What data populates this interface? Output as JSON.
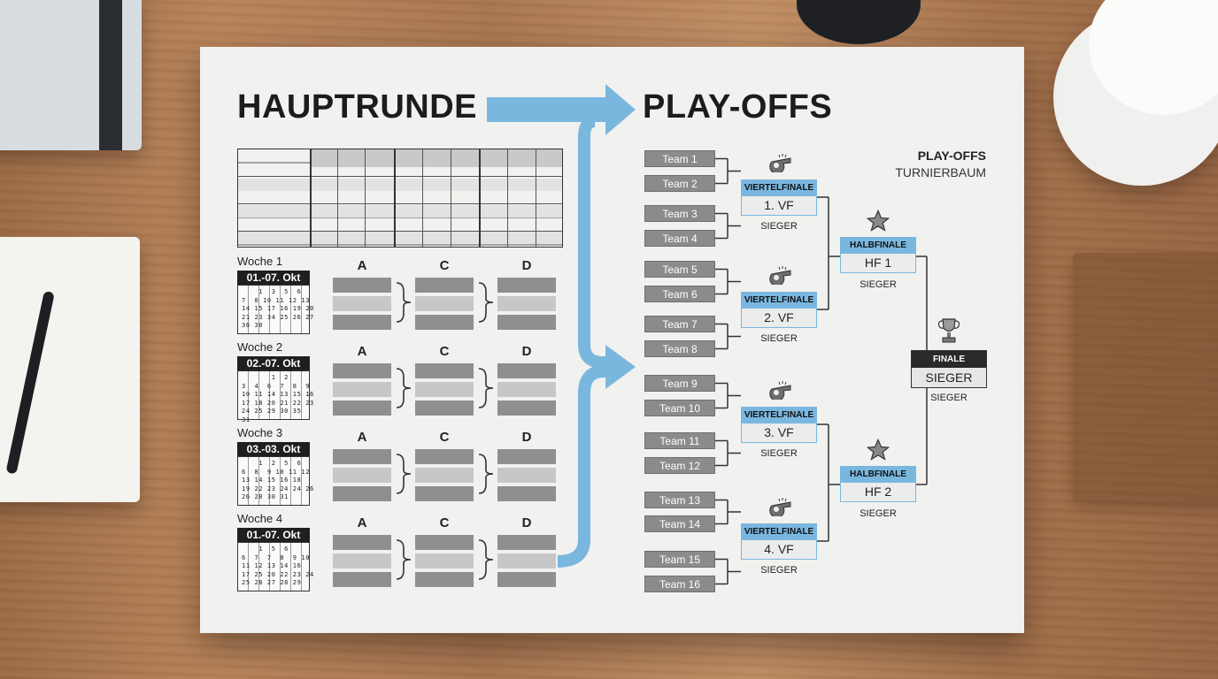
{
  "titles": {
    "main_round": "HAUPTRUNDE",
    "playoffs": "PLAY-OFFS"
  },
  "side_label": {
    "line1": "PLAY-OFFS",
    "line2": "TURNIERBAUM"
  },
  "weeks": [
    {
      "label": "Woche 1",
      "dates": "01.-07. Okt",
      "cols": [
        "A",
        "C",
        "D"
      ]
    },
    {
      "label": "Woche 2",
      "dates": "02.-07. Okt",
      "cols": [
        "A",
        "C",
        "D"
      ]
    },
    {
      "label": "Woche 3",
      "dates": "03.-03. Okt",
      "cols": [
        "A",
        "C",
        "D"
      ]
    },
    {
      "label": "Woche 4",
      "dates": "01.-07. Okt",
      "cols": [
        "A",
        "C",
        "D"
      ]
    }
  ],
  "calendars": [
    "    1  3  5  6\n7  8 10 11 12 13\n14 15 17 16 19 20\n21 23 34 25 26 27\n36 30",
    "       1  2\n3  4  6  7  8  9\n10 11 14 13 15 16\n17 18 20 21 22 23\n24 25 29 30 35\n31",
    "    1  2  5  6\n6  8  9 10 11 12\n13 14 15 16 18\n19 22 23 24 24 26\n26 28 30 31",
    "    1  5  6\n6  7  7  8  9 10\n11 12 13 14 16\n17 25 20 22 23 24\n25 28 27 28 29"
  ],
  "teams": [
    "Team 1",
    "Team 2",
    "Team 3",
    "Team 4",
    "Team 5",
    "Team 6",
    "Team 7",
    "Team 8",
    "Team 9",
    "Team 10",
    "Team 11",
    "Team 12",
    "Team 13",
    "Team 14",
    "Team 15",
    "Team 16"
  ],
  "quarterfinals": [
    {
      "header": "VIERTELFINALE",
      "name": "1. VF",
      "winner": "SIEGER"
    },
    {
      "header": "VIERTELFINALE",
      "name": "2. VF",
      "winner": "SIEGER"
    },
    {
      "header": "VIERTELFINALE",
      "name": "3. VF",
      "winner": "SIEGER"
    },
    {
      "header": "VIERTELFINALE",
      "name": "4. VF",
      "winner": "SIEGER"
    }
  ],
  "semifinals": [
    {
      "header": "HALBFINALE",
      "name": "HF 1",
      "winner": "SIEGER"
    },
    {
      "header": "HALBFINALE",
      "name": "HF 2",
      "winner": "SIEGER"
    }
  ],
  "final": {
    "header": "FINALE",
    "name": "SIEGER",
    "winner": "SIEGER"
  },
  "icons": {
    "quarterfinal": "whistle-icon",
    "semifinal": "star-icon",
    "final": "trophy-icon"
  },
  "colors": {
    "accent_blue": "#7ab7df",
    "team_box": "#8b8b8b",
    "dark_header": "#2a2a2a"
  }
}
